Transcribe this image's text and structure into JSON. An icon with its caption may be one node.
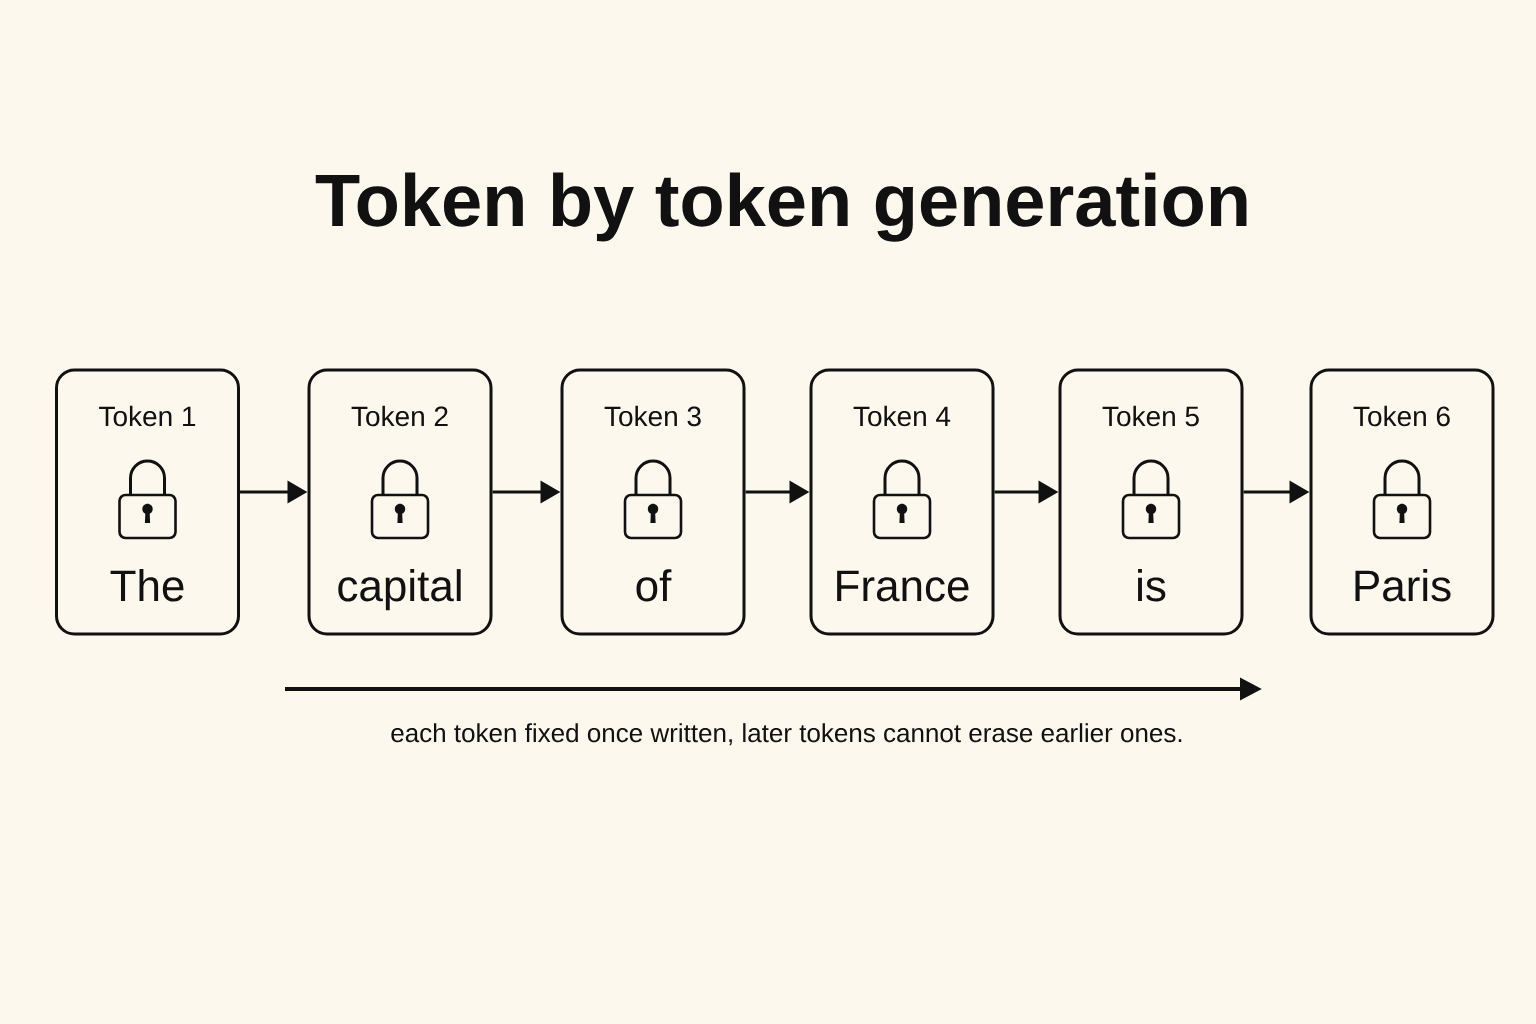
{
  "diagram": {
    "title": "Token by token generation",
    "nodes": [
      {
        "text": [
          "Token 1",
          "The"
        ]
      },
      {
        "text": [
          "Token 2",
          "capital"
        ]
      },
      {
        "text": [
          "Token 3",
          "of"
        ]
      },
      {
        "text": [
          "Token 4",
          "France"
        ]
      },
      {
        "text": [
          "Token 5",
          "is"
        ]
      },
      {
        "text": [
          "Token 6",
          "Paris"
        ]
      }
    ],
    "edges": [
      {
        "from": 0,
        "to": 1,
        "arrow": "to"
      },
      {
        "from": 1,
        "to": 2,
        "arrow": "to"
      },
      {
        "from": 2,
        "to": 3,
        "arrow": "to"
      },
      {
        "from": 3,
        "to": 4,
        "arrow": "to"
      },
      {
        "from": 4,
        "to": 5,
        "arrow": "to"
      }
    ],
    "labels": [
      "each token fixed once written, later tokens cannot erase earlier ones."
    ]
  }
}
